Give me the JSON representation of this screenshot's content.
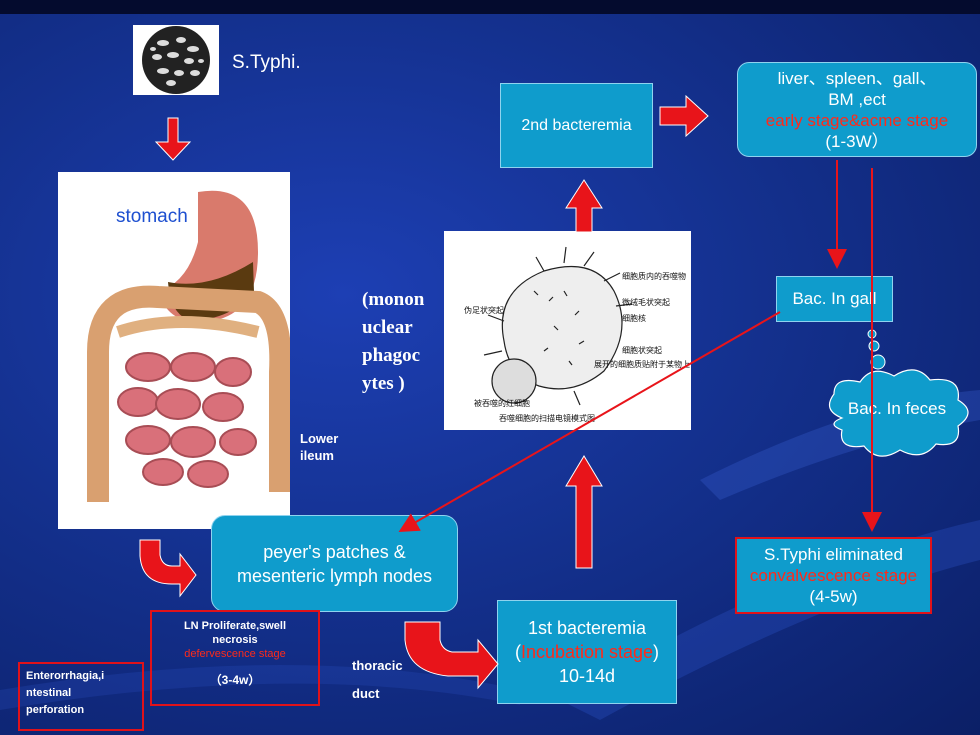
{
  "pathogen_label": "S.Typhi.",
  "stomach_label": "stomach",
  "lower_ileum_label": "Lower ileum",
  "mononuclear_label": "(mononuclear phagocytes )",
  "mononuclear_lines": [
    "(monon",
    "uclear",
    "phagoc",
    "ytes )"
  ],
  "micrograph": {
    "annotations": [
      "细胞质内的吞噬物",
      "微绒毛状突起",
      "细胞核",
      "伪足状突起",
      "细胞状突起",
      "展开的细胞质贴附于某物上",
      "被吞噬的红细胞"
    ],
    "caption": "吞噬细胞的扫描电镜模式图"
  },
  "second_bacteremia": "2nd bacteremia",
  "organs_box": {
    "line1": "liver、spleen、gall、",
    "line2": "BM ,ect",
    "stage": "early stage&acme stage",
    "time": "(1-3W）"
  },
  "bac_in_gall": "Bac. In gall",
  "bac_in_feces": "Bac. In feces",
  "eliminated_box": {
    "line1": "S.Typhi eliminated",
    "stage": "convalvescence stage",
    "time": "(4-5w)"
  },
  "peyer_box": {
    "line1": "peyer's  patches &",
    "line2": "mesenteric lymph nodes"
  },
  "ln_box": {
    "line1": "LN Proliferate,swell",
    "line2": "necrosis",
    "stage": "defervescence stage",
    "time": "（3-4w）"
  },
  "thoracic_label": {
    "line1": "thoracic",
    "line2": "duct"
  },
  "first_bacteremia": {
    "line1": "1st bacteremia",
    "stage": "Incubation stage",
    "time": "10-14d"
  },
  "complication_box": "Enterorrhagia,intestinal perforation",
  "complication_lines": [
    "Enterorrhagia,i",
    "ntestinal",
    "perforation"
  ],
  "colors": {
    "background": "#14318f",
    "box_fill": "#0f9ccc",
    "arrow_red": "#e8141a",
    "text_red": "#ff2a1a"
  }
}
